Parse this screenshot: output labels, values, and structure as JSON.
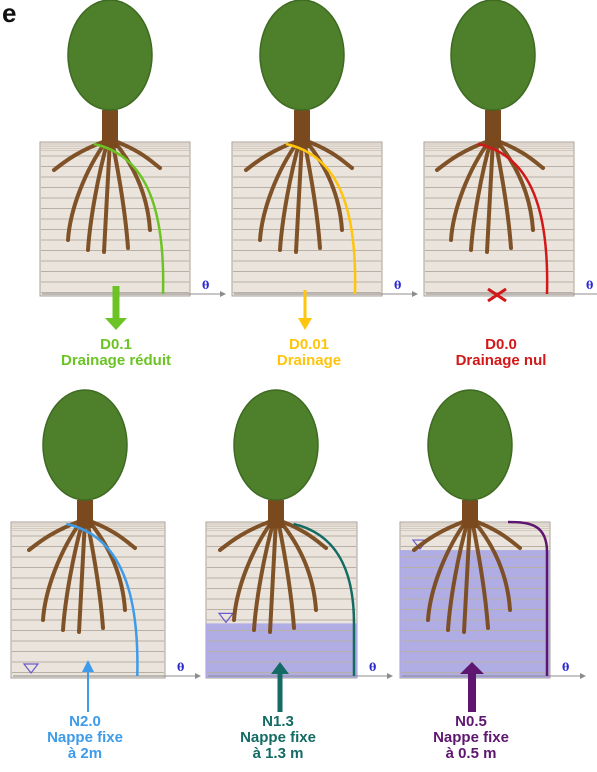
{
  "figure": {
    "corner_label": "e",
    "theta_symbol": "θ",
    "palette": {
      "soil": "#eae4dc",
      "soil_line": "#b8b0a6",
      "soil_border": "#a9a39b",
      "top_band": "#c9c0b5",
      "trunk": "#7a4a1e",
      "crown": "#4e7f2b",
      "crown_edge": "#3e6a22",
      "water": "#aaa6e6",
      "axis": "#8c8c8c"
    },
    "panels": [
      {
        "id": "D0.1",
        "code": "D0.1",
        "label": "Drainage réduit",
        "color": "#6cc424",
        "marker": "down-arrow",
        "water_fraction": 0,
        "cross": false
      },
      {
        "id": "D0.01",
        "code": "D0.01",
        "label": "Drainage",
        "color": "#ffc40c",
        "marker": "down-arrow",
        "water_fraction": 0,
        "cross": false
      },
      {
        "id": "D0.0",
        "code": "D0.0",
        "label": "Drainage nul",
        "color": "#d21818",
        "marker": "cross",
        "water_fraction": 0,
        "cross": true
      },
      {
        "id": "N2.0",
        "code": "N2.0",
        "label": "Nappe fixe",
        "label2": "à 2m",
        "color": "#3d9bea",
        "marker": "up-arrow",
        "water_fraction": 0,
        "cross": false
      },
      {
        "id": "N1.3",
        "code": "N1.3",
        "label": "Nappe fixe",
        "label2": "à 1.3 m",
        "color": "#136b63",
        "marker": "up-arrow",
        "water_fraction": 0.35,
        "cross": false
      },
      {
        "id": "N0.5",
        "code": "N0.5",
        "label": "Nappe fixe",
        "label2": "à 0.5 m",
        "color": "#5e1670",
        "marker": "up-arrow",
        "water_fraction": 0.82,
        "cross": false
      }
    ]
  }
}
